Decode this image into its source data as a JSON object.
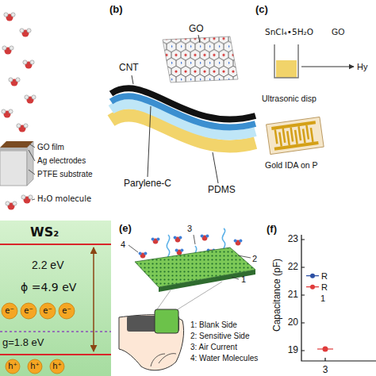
{
  "diagram": {
    "labels": [
      "GO film",
      "Ag electrodes",
      "PTFE substrate",
      "H₂O molecule",
      "(b)",
      "GO",
      "CNT",
      "Parylene-C",
      "PDMS",
      "(c)",
      "SnCl₄•5H₂O",
      "GO",
      "Hy",
      "Ultrasonic disp",
      "Gold IDA on P",
      "WS₂",
      "2.2 eV",
      "ϕ =4.9 eV",
      "e⁻",
      "e⁻",
      "e⁻",
      "e⁻",
      "g=1.8 eV",
      "h⁺",
      "h⁺",
      "h⁺",
      "(e)",
      "3",
      "4",
      "2",
      "1",
      "1: Blank Side",
      "2: Sensitive Side",
      "3: Air Current",
      "4: Water Molecules",
      "(f)",
      "Capacitance (pF)",
      "23",
      "22",
      "21",
      "20",
      "19",
      "1",
      "3"
    ],
    "legend": [
      {
        "text": "R"
      },
      {
        "text": "R"
      }
    ]
  }
}
